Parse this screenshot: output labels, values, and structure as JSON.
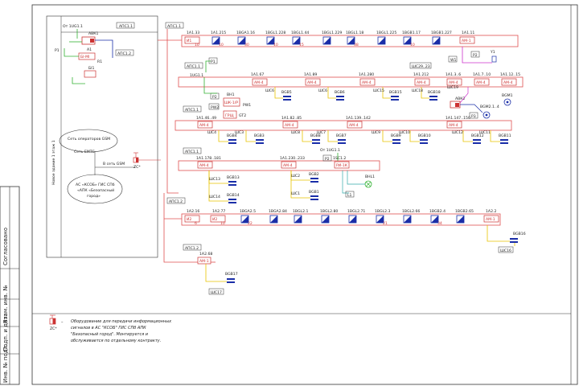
{
  "colors": {
    "line_red": "#e05050",
    "line_yellow": "#e8c400",
    "line_blue": "#1a2ea8",
    "line_green": "#33b233",
    "line_magenta": "#cc33cc",
    "line_teal": "#33aaaa",
    "frame": "#333333"
  },
  "side_stamp": {
    "soglasovano": "Согласовано",
    "inv_podl": "Взам. инв. №",
    "podp_data": "Подп. и дата",
    "inv_no": "Инв. № подл."
  },
  "building_note": "Новое здание 1 этаж 1",
  "top_left": {
    "aps_top": "АПС1.1",
    "aps_sub": "АПС1.2",
    "from_label": "От 1UG1.1",
    "ark": "АВК1",
    "a1": "А1",
    "r1": "R1",
    "bi_mi": "БІ-МІ",
    "bi1": "БІ1",
    "p1": "Р1"
  },
  "gsm": {
    "operators": "Сеть операторов GSM",
    "emts": "Сеть ЕМТС",
    "to_gsm": "В сеть GSM",
    "system_line1": "АС «КСОБ» ГИС СПб",
    "system_line2": "«АПК «Безопасный",
    "system_line3": "город»",
    "zc": "ZC*"
  },
  "row1": {
    "aps": "АПС1.1",
    "nodes": [
      {
        "id": "1А1.33",
        "box": "И1",
        "num": "10"
      },
      {
        "id": "1А1.215",
        "box": "",
        "num": "10"
      },
      {
        "id": "1BGA1.16",
        "box": "",
        "num": "30"
      },
      {
        "id": "1BGL1.228",
        "box": "",
        "num": "10"
      },
      {
        "id": "1BGL1.44",
        "box": "",
        "num": "15"
      },
      {
        "id": "1BGL1.229",
        "box": "",
        "num": ""
      },
      {
        "id": "1BGL1.18",
        "box": "",
        "num": "38"
      },
      {
        "id": "1BGL1.225",
        "box": "",
        "num": ""
      },
      {
        "id": "1BGB1.17",
        "box": "",
        "num": "10"
      },
      {
        "id": "1BGB1.227",
        "box": "",
        "num": ""
      },
      {
        "id": "1А1.11",
        "box": "АМ-1",
        "num": ""
      }
    ],
    "w1": "W1",
    "p2": "Р2",
    "y1": "Y1"
  },
  "row2": {
    "aps": "АПС1.1",
    "nodes": [
      {
        "id": "1А1.67",
        "box": "АМ-4"
      },
      {
        "id": "1А1.89",
        "box": "АМ-4"
      },
      {
        "id": "1А1.280",
        "box": "АМ-4"
      },
      {
        "id": "1А1.212",
        "box": "АМ-4"
      },
      {
        "id": "1А1.3..6",
        "box": "АМ-4"
      },
      {
        "id": "1А1.7..10",
        "box": "АМ-4"
      },
      {
        "id": "1А1.12..15",
        "box": "АМ-4"
      }
    ],
    "ug": "1UG1.1",
    "p1": "Р1",
    "p2": "Р2",
    "bh1": "ВН1",
    "pw1": "РW1",
    "pw2": "РW2",
    "sk": "ШК-1/Р",
    "grsch": "ГРЩ",
    "gt": "GT2",
    "shc": [
      "ШС6",
      "ШС6",
      "ШС15",
      "ШС18",
      "ШС19",
      "ШС29..23"
    ],
    "bg": [
      "BGB5",
      "BGB6",
      "BGB15",
      "BGB18"
    ],
    "ark2": "АВК2",
    "bgm": "BGM1",
    "bgm2": "BGM2.1..4"
  },
  "row3": {
    "aps": "АПС1.1",
    "nodes": [
      {
        "id": "1А1.46..49",
        "box": "АМ-4"
      },
      {
        "id": "1А1.82..85",
        "box": "АМ-4"
      },
      {
        "id": "1А1.139..142",
        "box": "АМ-4"
      },
      {
        "id": "1А1.147..150",
        "box": "АМ-4"
      }
    ],
    "shc": [
      "ШС4",
      "ШС3",
      "ШС8",
      "ШС7",
      "ШС9",
      "ШС10",
      "ШС12",
      "ШС11"
    ],
    "bg": [
      "BGB4",
      "BGB3",
      "BGB8",
      "BGB7",
      "BGB9",
      "BGB10",
      "BGB12",
      "BGB11"
    ],
    "p3": "Р3"
  },
  "row4": {
    "aps": "АПС1.1",
    "nodes": [
      {
        "id": "1А1.178..181",
        "box": "АМ-4"
      },
      {
        "id": "1А1.230..233",
        "box": "АМ-4"
      },
      {
        "id": "1SC1.2",
        "box": "РИ-1К"
      }
    ],
    "ug": "От 1UG1.1",
    "p2": "Р2",
    "shc": [
      "ШС13",
      "ШС14",
      "ШС2",
      "ШС1"
    ],
    "bg": [
      "BGB13",
      "BGB14",
      "BGB2",
      "BGB1"
    ],
    "hl": "ВHL1",
    "l1": "L1"
  },
  "row5": {
    "aps": "АПС1.2",
    "nodes": [
      {
        "id": "1А2.16",
        "box": "И2",
        "num": "6"
      },
      {
        "id": "1А2.77",
        "box": "И2",
        "num": "10"
      },
      {
        "id": "1BGA2.5",
        "num": "22"
      },
      {
        "id": "1BGA2.84",
        "num": ""
      },
      {
        "id": "1BGL2.1",
        "num": ""
      },
      {
        "id": "1BGL2.80",
        "num": ""
      },
      {
        "id": "1BGL2.71",
        "num": ""
      },
      {
        "id": "1BGL2.3",
        "num": "21"
      },
      {
        "id": "1BGL2.66",
        "num": ""
      },
      {
        "id": "1BGB2.4",
        "num": "34"
      },
      {
        "id": "1BGB2.65",
        "num": ""
      },
      {
        "id": "1А2.2",
        "box": "АМ-1",
        "num": ""
      }
    ],
    "bgb16": "BGB16",
    "shc16": "ШС16"
  },
  "row6": {
    "aps": "АПС1.2",
    "node": "1А2.68",
    "box": "АМ-1",
    "bgb17": "BGB17",
    "shc17": "ШС17"
  },
  "legend": {
    "zc": "ZC*",
    "dash": "–",
    "line1": "Оборудование для передачи информационных",
    "line2": "сигналов в АС \"КСОБ\" ГИС СПб АПК",
    "line3": "\"Безопасный город\". Монтируется и",
    "line4": "обслуживается по отдельному контракту."
  }
}
